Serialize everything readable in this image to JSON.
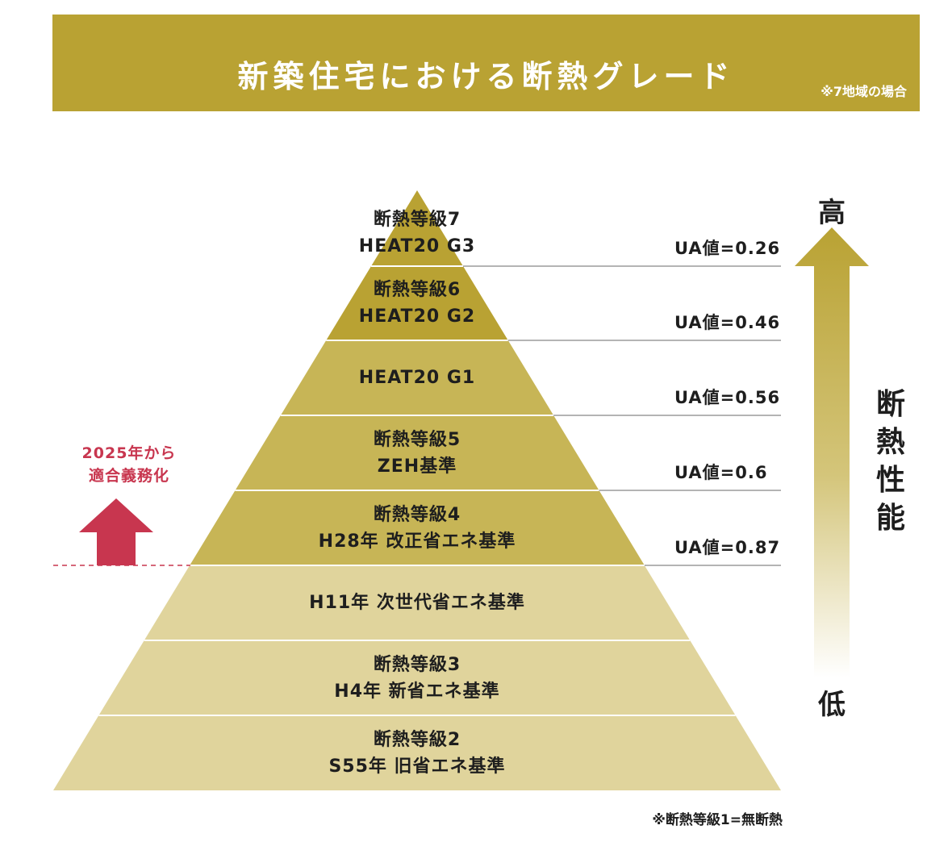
{
  "header": {
    "title": "新築住宅における断熱グレード",
    "note": "※7地域の場合"
  },
  "tiers": [
    {
      "line1": "断熱等級7",
      "line2": "HEAT20 G3",
      "color": "#b9a233"
    },
    {
      "line1": "断熱等級6",
      "line2": "HEAT20 G2",
      "color": "#b9a233"
    },
    {
      "line1": "",
      "line2": "HEAT20 G1",
      "color": "#c7b556"
    },
    {
      "line1": "断熱等級5",
      "line2": "ZEH基準",
      "color": "#c7b556"
    },
    {
      "line1": "断熱等級4",
      "line2": "H28年 改正省エネ基準",
      "color": "#c7b556"
    },
    {
      "line1": "",
      "line2": "H11年 次世代省エネ基準",
      "color": "#e0d49c"
    },
    {
      "line1": "断熱等級3",
      "line2": "H4年 新省エネ基準",
      "color": "#e0d49c"
    },
    {
      "line1": "断熱等級2",
      "line2": "S55年 旧省エネ基準",
      "color": "#e0d49c"
    }
  ],
  "ua_values": [
    "UA値=0.26",
    "UA値=0.46",
    "UA値=0.56",
    "UA値=0.6",
    "UA値=0.87"
  ],
  "mandate": {
    "line1": "2025年から",
    "line2": "適合義務化",
    "color": "#c8364f"
  },
  "axis": {
    "high": "高",
    "low": "低",
    "title": "断熱性能"
  },
  "footnote": "※断熱等級1=無断熱",
  "colors": {
    "accent": "#b9a233",
    "divider": "#888888",
    "arrow_top": "#b9a233",
    "arrow_bottom": "#ffffff"
  }
}
